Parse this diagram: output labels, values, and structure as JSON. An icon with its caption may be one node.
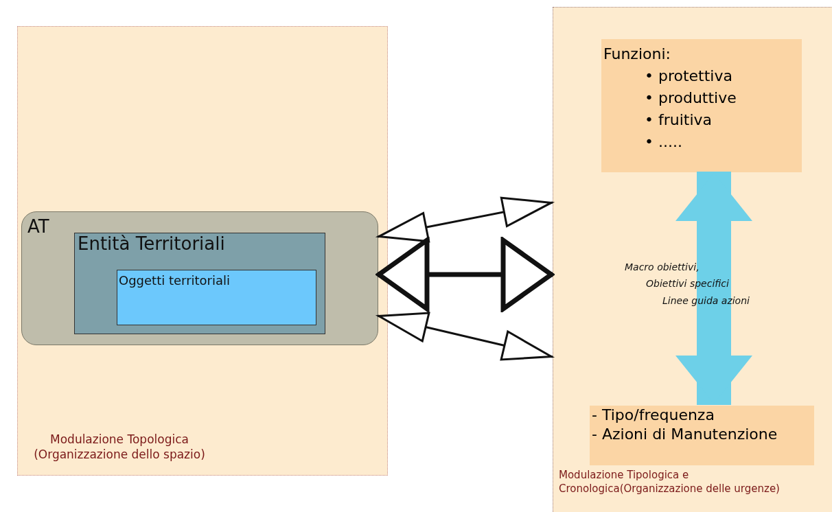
{
  "diagram": {
    "nodes": [
      {
        "text": [
          "Modulazione Topologica (Organizzazione dello spazio)"
        ]
      },
      {
        "text": [
          "AT"
        ],
        "in": 0
      },
      {
        "text": [
          "Entità Territoriali"
        ],
        "in": 1
      },
      {
        "text": [
          "Oggetti territoriali"
        ],
        "in": 2
      },
      {
        "text": [
          "Modulazione Tipologica e Cronologica(Organizzazione delle urgenze)"
        ]
      },
      {
        "text": [
          "Funzioni:",
          "• protettiva",
          "• produttive",
          "• fruitiva",
          "• ....."
        ],
        "in": 4
      },
      {
        "text": [
          "- Tipo/frequenza",
          "- Azioni di Manutenzione"
        ],
        "in": 4
      }
    ],
    "edges": [
      {
        "from": 1,
        "to": 4,
        "arrow": "both"
      },
      {
        "from": 1,
        "to": 4,
        "arrow": "both",
        "style": "thick"
      },
      {
        "from": 1,
        "to": 4,
        "arrow": "both"
      },
      {
        "from": 5,
        "to": 6,
        "arrow": "both",
        "style": "thick",
        "color": "#6dd0e8"
      }
    ],
    "labels": [
      "Macro obiettivi,",
      "Obiettivi specifici",
      "Linee guida azioni"
    ]
  }
}
